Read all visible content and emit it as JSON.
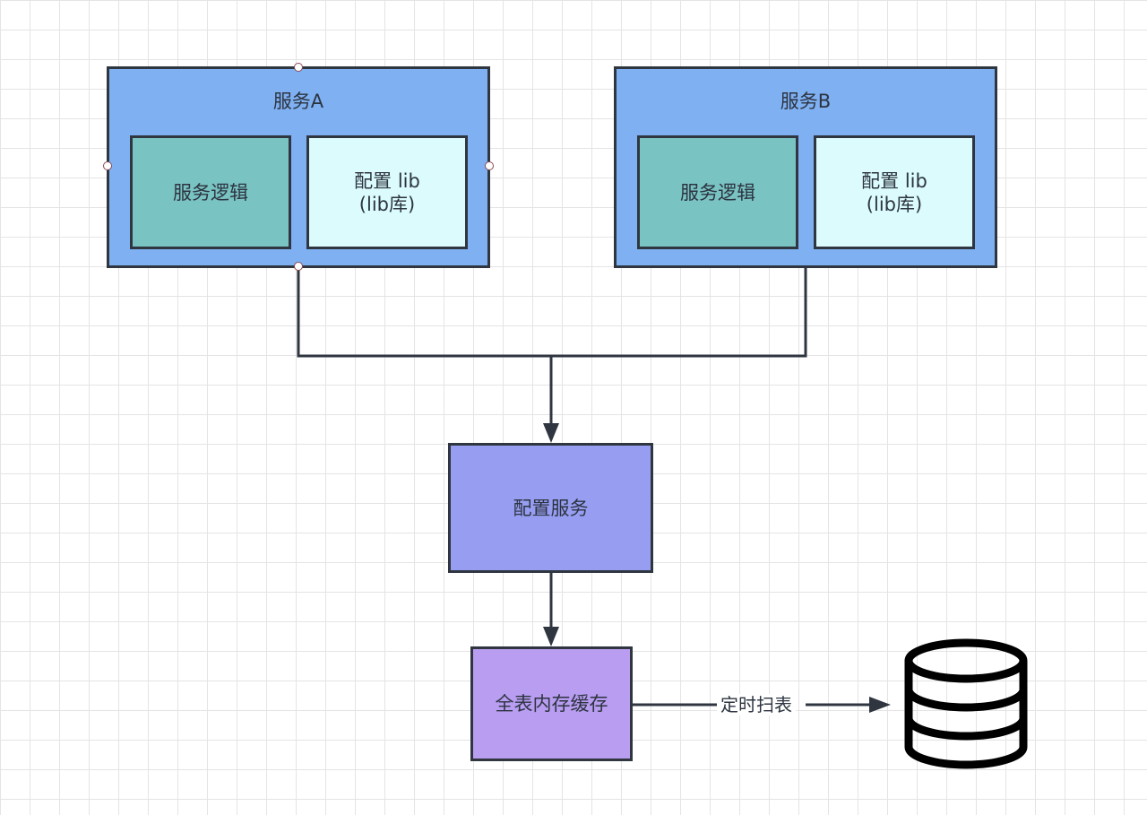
{
  "service_a": {
    "title": "服务A",
    "logic_label": "服务逻辑",
    "lib_line1": "配置 lib",
    "lib_line2": "(lib库)"
  },
  "service_b": {
    "title": "服务B",
    "logic_label": "服务逻辑",
    "lib_line1": "配置 lib",
    "lib_line2": "(lib库)"
  },
  "config_service": {
    "label": "配置服务"
  },
  "cache": {
    "label": "全表内存缓存"
  },
  "edge_scan": {
    "label": "定时扫表"
  },
  "database": {
    "icon": "database-icon"
  },
  "colors": {
    "service_fill": "#7eb0f2",
    "logic_fill": "#79c3c3",
    "lib_fill": "#dbfbfd",
    "config_fill": "#979ef2",
    "cache_fill": "#b89df1",
    "stroke": "#2f3640"
  }
}
